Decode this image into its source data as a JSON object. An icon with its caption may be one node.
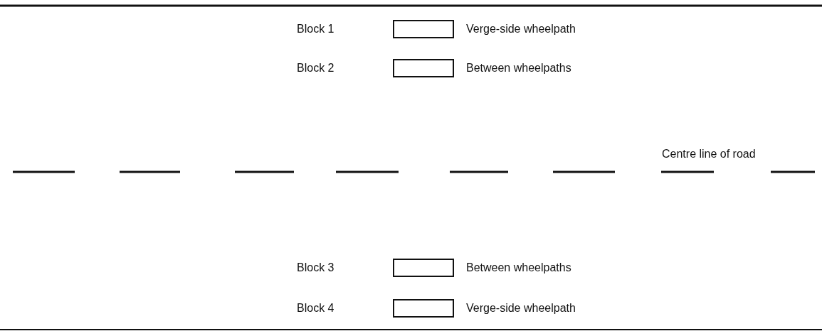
{
  "diagram": {
    "nodes": [
      {
        "text": [],
        "shape": "box",
        "beside": [
          "Verge-side wheelpath"
        ]
      },
      {
        "text": [],
        "shape": "box",
        "beside": [
          "Between wheelpaths"
        ]
      },
      {
        "text": [],
        "shape": "box",
        "beside": [
          "Between wheelpaths"
        ]
      },
      {
        "text": [],
        "shape": "box",
        "beside": [
          "Verge-side wheelpath"
        ]
      }
    ],
    "labels": [
      "Block 1",
      "Block 2",
      "Centre line of road",
      "Block 3",
      "Block 4"
    ]
  }
}
